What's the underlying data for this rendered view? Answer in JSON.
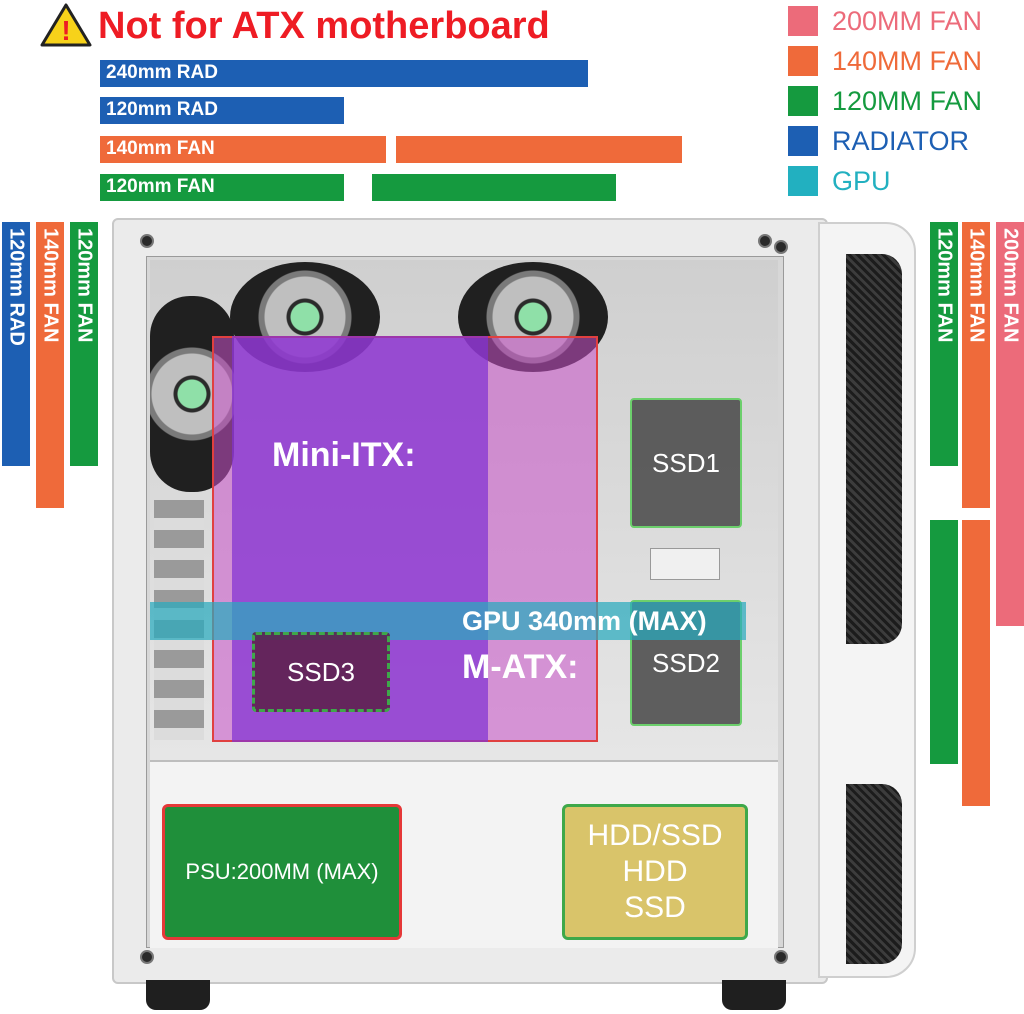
{
  "header": {
    "warning_text": "Not for ATX motherboard",
    "warning_icon": "warning-triangle-icon",
    "warning_symbol": "!"
  },
  "top_bars": [
    {
      "label": "240mm RAD",
      "color": "#1d5fb3"
    },
    {
      "label": "120mm RAD",
      "color": "#1d5fb3"
    },
    {
      "label": "140mm FAN",
      "color": "#ef6a3a"
    },
    {
      "label": "120mm FAN",
      "color": "#159a3f"
    }
  ],
  "legend": [
    {
      "label": "200MM FAN",
      "color": "#ec6b7a"
    },
    {
      "label": "140MM FAN",
      "color": "#ef6a3a"
    },
    {
      "label": "120MM FAN",
      "color": "#159a3f"
    },
    {
      "label": "RADIATOR",
      "color": "#1d5fb3"
    },
    {
      "label": "GPU",
      "color": "#22b0c0"
    }
  ],
  "left_bars": [
    {
      "label": "120mm RAD",
      "color": "#1d5fb3"
    },
    {
      "label": "140mm FAN",
      "color": "#ef6a3a"
    },
    {
      "label": "120mm FAN",
      "color": "#159a3f"
    }
  ],
  "right_bars": [
    {
      "label": "120mm FAN",
      "color": "#159a3f"
    },
    {
      "label": "140mm FAN",
      "color": "#ef6a3a"
    },
    {
      "label": "200mm FAN",
      "color": "#ec6b7a"
    }
  ],
  "case": {
    "mini_itx": "Mini-ITX:",
    "m_atx": "M-ATX:",
    "gpu": "GPU 340mm  (MAX)",
    "ssd1": "SSD1",
    "ssd2": "SSD2",
    "ssd3": "SSD3",
    "psu": "PSU:200MM (MAX)",
    "drive_bay": [
      "HDD/SSD",
      "HDD",
      "SSD"
    ]
  }
}
